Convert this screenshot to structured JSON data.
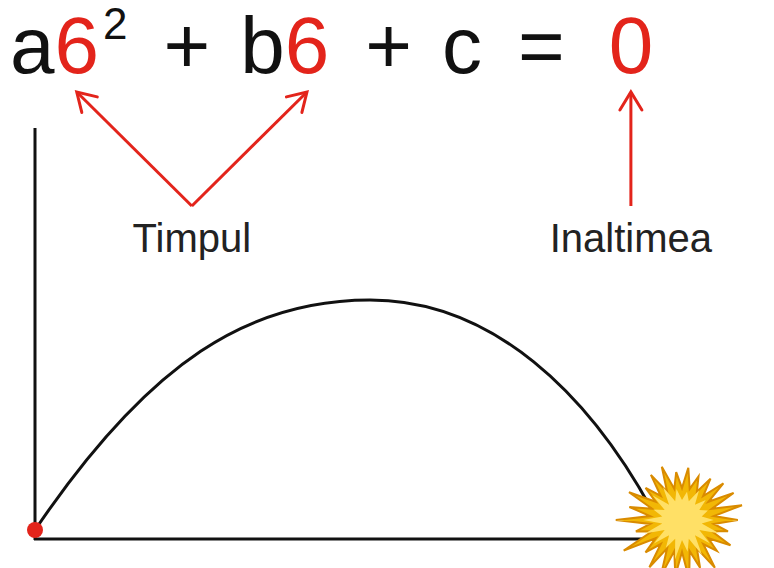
{
  "diagram": {
    "labels": [
      "a",
      "6",
      "2",
      "+",
      "b",
      "6",
      "+",
      "c",
      "=",
      "0",
      "Timpul",
      "Inaltimea"
    ]
  }
}
